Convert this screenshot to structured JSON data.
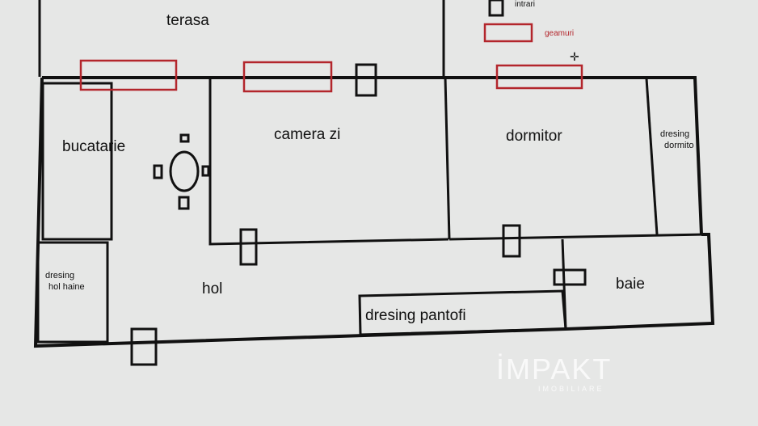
{
  "rooms": {
    "terasa": "terasa",
    "bucatarie": "bucatarie",
    "camera_zi": "camera zi",
    "dormitor": "dormitor",
    "dresing_dormitor_1": "dresing",
    "dresing_dormitor_2": "dormito",
    "dresing_hol_1": "dresing",
    "dresing_hol_2": "hol haine",
    "hol": "hol",
    "baie": "baie",
    "dresing_pantofi": "dresing pantofi"
  },
  "legend": {
    "doors": "intrari",
    "windows": "geamuri"
  },
  "colors": {
    "walls": "#111111",
    "windows": "#b3262c",
    "background": "#e6e7e6",
    "watermark": "#fdfdfd"
  },
  "watermark": {
    "brand": "İMPAKT",
    "tagline": "IMOBILIARE"
  }
}
